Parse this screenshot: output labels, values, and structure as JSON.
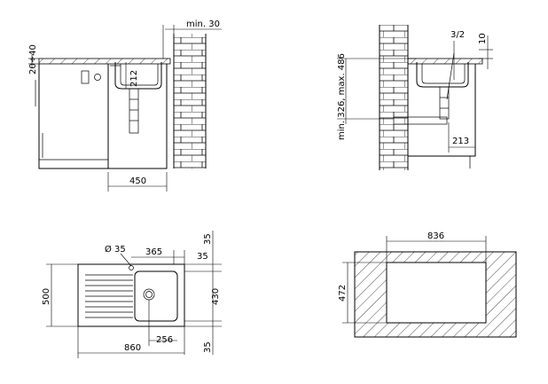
{
  "side_view_left": {
    "min_gap": "min. 30",
    "counter_thickness": "20÷40",
    "bowl_depth": "212",
    "cabinet_width": "450"
  },
  "side_view_right": {
    "valve_size": "3/2",
    "rim_height": "10",
    "drain_height": "min. 326, max. 486",
    "drain_offset": "213"
  },
  "top_view": {
    "tap_hole": "Ø 35",
    "tap_offset": "365",
    "edge_top": "35",
    "edge_right": "35",
    "width": "500",
    "inner_width": "430",
    "bowl_offset": "256",
    "edge_bottom": "35",
    "length": "860"
  },
  "cutout": {
    "length": "836",
    "width": "472"
  }
}
